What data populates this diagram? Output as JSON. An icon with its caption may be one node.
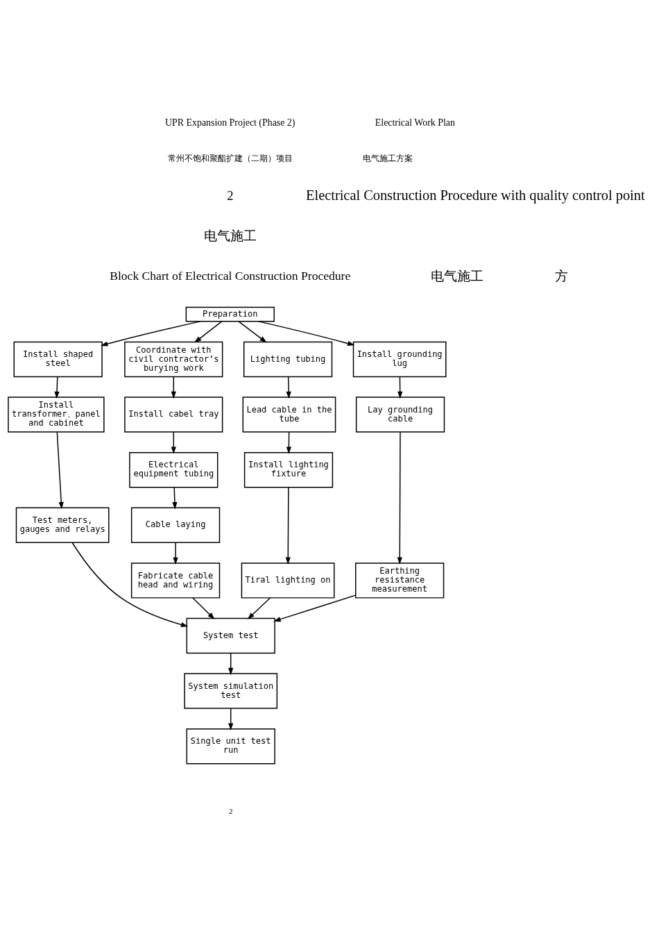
{
  "diagram": {
    "nodes": [
      {
        "text": [
          "Preparation"
        ]
      },
      {
        "text": [
          "Install shaped steel"
        ]
      },
      {
        "text": [
          "Coordinate with civil contractor’s burying work"
        ]
      },
      {
        "text": [
          "Lighting tubing"
        ]
      },
      {
        "text": [
          "Install grounding lug"
        ]
      },
      {
        "text": [
          "Install transformer、panel and cabinet"
        ]
      },
      {
        "text": [
          "Install cabel tray"
        ]
      },
      {
        "text": [
          "Lead cable in the tube"
        ]
      },
      {
        "text": [
          "Lay grounding cable"
        ]
      },
      {
        "text": [
          "Electrical equipment tubing"
        ]
      },
      {
        "text": [
          "Install lighting fixture"
        ]
      },
      {
        "text": [
          "Earthing resistance measurement"
        ]
      },
      {
        "text": [
          "Test meters, gauges and relays"
        ]
      },
      {
        "text": [
          "Cable laying"
        ]
      },
      {
        "text": [
          "Tiral lighting on"
        ]
      },
      {
        "text": [
          "Fabricate cable head and wiring"
        ]
      },
      {
        "text": [
          "System test"
        ]
      },
      {
        "text": [
          "System simulation test"
        ]
      },
      {
        "text": [
          "Single unit test run"
        ]
      }
    ],
    "edges": [
      {
        "from": 0,
        "to": 1,
        "arrow": "to"
      },
      {
        "from": 0,
        "to": 2,
        "arrow": "to"
      },
      {
        "from": 0,
        "to": 3,
        "arrow": "to"
      },
      {
        "from": 0,
        "to": 4,
        "arrow": "to"
      },
      {
        "from": 1,
        "to": 5,
        "arrow": "to"
      },
      {
        "from": 5,
        "to": 12,
        "arrow": "to"
      },
      {
        "from": 2,
        "to": 6,
        "arrow": "to"
      },
      {
        "from": 6,
        "to": 9,
        "arrow": "to"
      },
      {
        "from": 9,
        "to": 13,
        "arrow": "to"
      },
      {
        "from": 13,
        "to": 15,
        "arrow": "to"
      },
      {
        "from": 15,
        "to": 16,
        "arrow": "to"
      },
      {
        "from": 3,
        "to": 7,
        "arrow": "to"
      },
      {
        "from": 7,
        "to": 10,
        "arrow": "to"
      },
      {
        "from": 10,
        "to": 14,
        "arrow": "to"
      },
      {
        "from": 4,
        "to": 8,
        "arrow": "to"
      },
      {
        "from": 8,
        "to": 11,
        "arrow": "to"
      },
      {
        "from": 12,
        "to": 16,
        "arrow": "to"
      },
      {
        "from": 14,
        "to": 16,
        "arrow": "to"
      },
      {
        "from": 11,
        "to": 16,
        "arrow": "to"
      },
      {
        "from": 16,
        "to": 17,
        "arrow": "to"
      },
      {
        "from": 17,
        "to": 18,
        "arrow": "to"
      }
    ],
    "labels": [
      "UPR Expansion Project (Phase 2)",
      "Electrical Work Plan",
      "常州不饱和聚酯扩建（二期）项目",
      "电气施工方案",
      "2",
      "Electrical Construction Procedure with quality control point",
      "电气施工",
      "Block Chart of Electrical Construction Procedure",
      "电气施工",
      "方",
      "2"
    ]
  }
}
